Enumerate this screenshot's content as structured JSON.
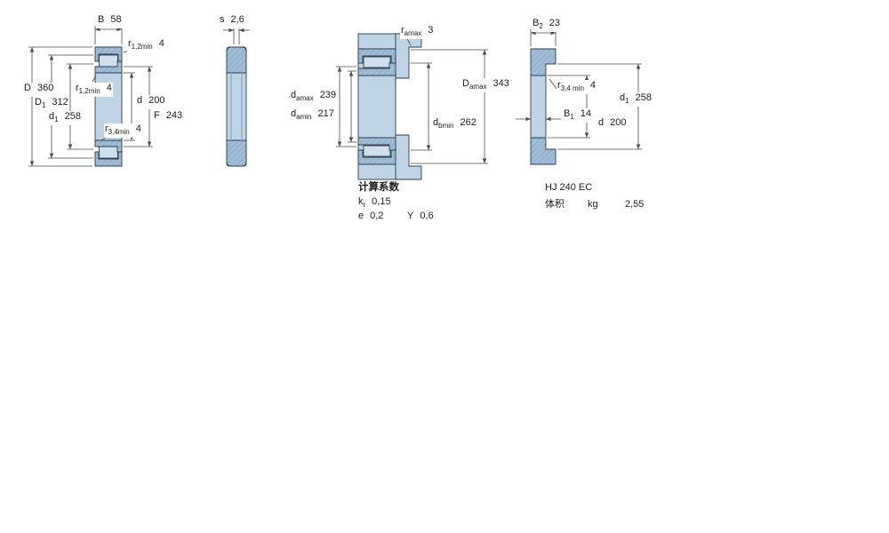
{
  "colors": {
    "outline": "#2e3e4e",
    "ring": "#9fbcd4",
    "ringline": "#7f9fbb",
    "roller": "#cfdfeb",
    "band": "#bed4e4",
    "dimline": "#4a4a4a",
    "text": "#1c1c1c"
  },
  "view1": {
    "dims": {
      "B": {
        "sym": "B",
        "sub": "",
        "val": "58"
      },
      "r12_top": {
        "sym": "r",
        "sub": "1,2min",
        "val": "4"
      },
      "D": {
        "sym": "D",
        "sub": "",
        "val": "360"
      },
      "D1": {
        "sym": "D",
        "sub": "1",
        "val": "312"
      },
      "r12_mid": {
        "sym": "r",
        "sub": "1,2min",
        "val": "4"
      },
      "d1": {
        "sym": "d",
        "sub": "1",
        "val": "258"
      },
      "d": {
        "sym": "d",
        "sub": "",
        "val": "200"
      },
      "r34": {
        "sym": "r",
        "sub": "3,4min",
        "val": "4"
      },
      "F": {
        "sym": "F",
        "sub": "",
        "val": "243"
      }
    }
  },
  "view2": {
    "dims": {
      "s": {
        "sym": "s",
        "sub": "",
        "val": "2,6"
      }
    }
  },
  "view3": {
    "dims": {
      "ramax": {
        "sym": "r",
        "sub": "amax",
        "val": "3"
      },
      "damax": {
        "sym": "d",
        "sub": "amax",
        "val": "239"
      },
      "damin": {
        "sym": "d",
        "sub": "amin",
        "val": "217"
      },
      "Damax": {
        "sym": "D",
        "sub": "amax",
        "val": "343"
      },
      "dbmin": {
        "sym": "d",
        "sub": "bmin",
        "val": "262"
      }
    },
    "factors": {
      "heading": "计算系数",
      "kr": {
        "sym": "k",
        "sub": "r",
        "val": "0,15"
      },
      "e": {
        "sym": "e",
        "sub": "",
        "val": "0,2"
      },
      "Y": {
        "sym": "Y",
        "sub": "",
        "val": "0,6"
      }
    }
  },
  "view4": {
    "dims": {
      "B2": {
        "sym": "B",
        "sub": "2",
        "val": "23"
      },
      "r34": {
        "sym": "r",
        "sub": "3,4 min",
        "val": "4"
      },
      "d1": {
        "sym": "d",
        "sub": "1",
        "val": "258"
      },
      "B1": {
        "sym": "B",
        "sub": "1",
        "val": "14"
      },
      "d": {
        "sym": "d",
        "sub": "",
        "val": "200"
      }
    },
    "footer": {
      "designation": "HJ 240 EC",
      "mass_label": "体积",
      "mass_unit": "kg",
      "mass_value": "2,55"
    }
  }
}
